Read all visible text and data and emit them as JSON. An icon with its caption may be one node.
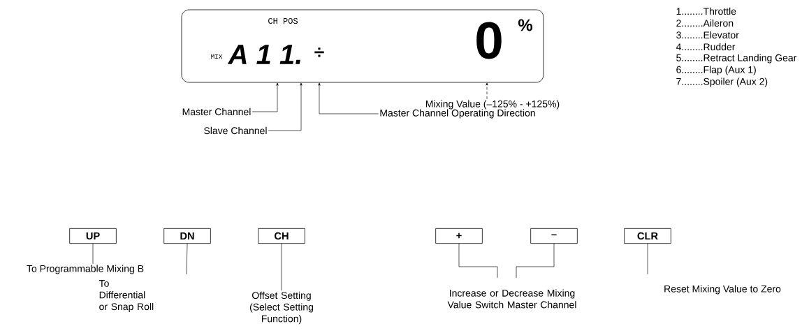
{
  "diagram": {
    "nodes": [
      {
        "text": [
          "CH POS",
          "MIX",
          "A 1 1.",
          "÷",
          "0",
          "%"
        ]
      },
      {
        "text": [
          "Master Channel"
        ]
      },
      {
        "text": [
          "Slave Channel"
        ]
      },
      {
        "text": [
          "Master Channel Operating Direction"
        ]
      },
      {
        "text": [
          "Mixing Value (–125% - +125%)"
        ]
      },
      {
        "text": [
          "UP"
        ]
      },
      {
        "text": [
          "DN"
        ]
      },
      {
        "text": [
          "CH"
        ]
      },
      {
        "text": [
          "+"
        ]
      },
      {
        "text": [
          "–"
        ]
      },
      {
        "text": [
          "CLR"
        ]
      },
      {
        "text": [
          "To Programmable Mixing B"
        ]
      },
      {
        "text": [
          "To Differential or Snap Roll"
        ]
      },
      {
        "text": [
          "Offset Setting (Select Setting Function)"
        ]
      },
      {
        "text": [
          "Increase or Decrease Mixing Value Switch Master Channel"
        ]
      },
      {
        "text": [
          "Reset Mixing Value to Zero"
        ]
      }
    ],
    "edges": [
      {
        "from": 1,
        "to": 0,
        "arrow": "to"
      },
      {
        "from": 2,
        "to": 0,
        "arrow": "to"
      },
      {
        "from": 3,
        "to": 0,
        "arrow": "to"
      },
      {
        "from": 4,
        "to": 0,
        "arrow": "to",
        "style": "dashed"
      },
      {
        "from": 5,
        "to": 11,
        "arrow": "none"
      },
      {
        "from": 6,
        "to": 12,
        "arrow": "none"
      },
      {
        "from": 7,
        "to": 13,
        "arrow": "none"
      },
      {
        "from": 8,
        "to": 14,
        "arrow": "none"
      },
      {
        "from": 9,
        "to": 14,
        "arrow": "none"
      },
      {
        "from": 10,
        "to": 15,
        "arrow": "none"
      }
    ],
    "labels": [
      "1........Throttle",
      "2........Aileron",
      "3........Elevator",
      "4........Rudder",
      "5........Retract Landing Gear",
      "6........Flap (Aux 1)",
      "7........Spoiler (Aux 2)"
    ]
  }
}
